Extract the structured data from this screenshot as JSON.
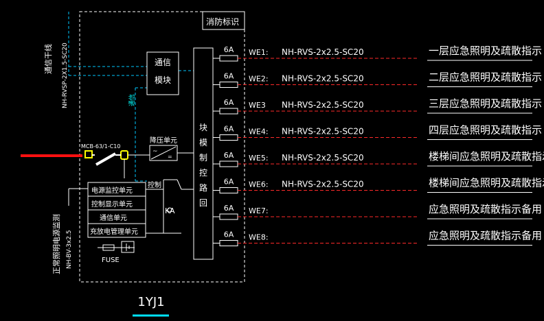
{
  "colors": {
    "background": "#000000",
    "lines": "#ffffff",
    "cyan_dashed": "#00c8ff",
    "red_dashed": "#ff2a2a",
    "red_feeder": "#ff1010",
    "title_underline": "#00e5ff",
    "breaker_yellow": "#ffff00",
    "small_cyan_text": "#00ffff"
  },
  "panel": {
    "title": "1YJ1",
    "fire_mark_label": "消防标识"
  },
  "left_labels": {
    "comm_main_line": "通信干线",
    "comm_cable": "NH-RVSP-2X1.5-SC20",
    "comm_bus_label": "通信",
    "normal_power_monitor": "正常照明电源监测",
    "monitor_cable": "NH-BV-3x2.5",
    "input_breaker": "MCB-63/1-C10"
  },
  "modules": {
    "comm_module": "通信模块",
    "step_down": "降压单元",
    "control_label": "控制",
    "ka_label": "KA",
    "fuse_label": "FUSE",
    "loop_control": "回路控制模块",
    "units": [
      "电源监控单元",
      "控制显示单元",
      "通信单元",
      "充放电管理单元"
    ]
  },
  "circuits": [
    {
      "fuse": "6A",
      "id": "WE1:",
      "cable": "NH-RVS-2x2.5-SC20",
      "desc": "一层应急照明及疏散指示"
    },
    {
      "fuse": "6A",
      "id": "WE2:",
      "cable": "NH-RVS-2x2.5-SC20",
      "desc": "二层应急照明及疏散指示"
    },
    {
      "fuse": "6A",
      "id": "WE3",
      "cable": "NH-RVS-2x2.5-SC20",
      "desc": "三层应急照明及疏散指示"
    },
    {
      "fuse": "6A",
      "id": "WE4:",
      "cable": "NH-RVS-2x2.5-SC20",
      "desc": "四层应急照明及疏散指示"
    },
    {
      "fuse": "6A",
      "id": "WE5:",
      "cable": "NH-RVS-2x2.5-SC20",
      "desc": "楼梯间应急照明及疏散指示"
    },
    {
      "fuse": "6A",
      "id": "WE6:",
      "cable": "NH-RVS-2x2.5-SC20",
      "desc": "楼梯间应急照明及疏散指示"
    },
    {
      "fuse": "6A",
      "id": "WE7:",
      "cable": "",
      "desc": "应急照明及疏散指示备用"
    },
    {
      "fuse": "6A",
      "id": "WE8:",
      "cable": "",
      "desc": "应急照明及疏散指示备用"
    }
  ]
}
